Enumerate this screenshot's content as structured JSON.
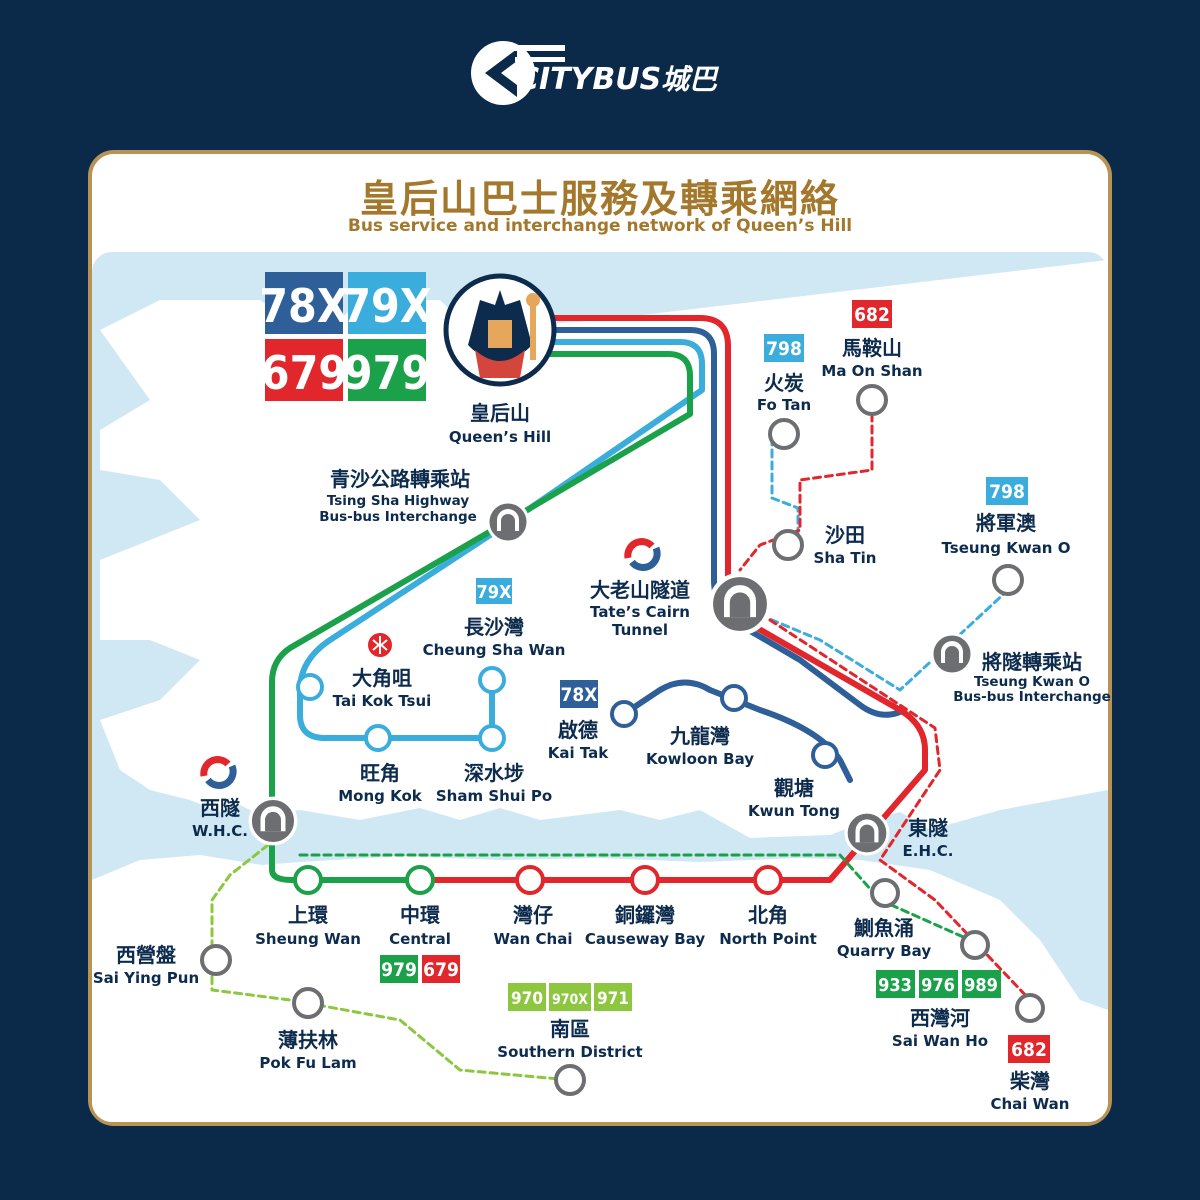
{
  "brand": {
    "name": "CITYBUS",
    "name_zh": "城巴"
  },
  "header": {
    "title_zh": "皇后山巴士服務及轉乘網絡",
    "title_en": "Bus service and interchange network of Queen’s Hill"
  },
  "colors": {
    "route_78X": "#2e5f98",
    "route_79X": "#3aaddc",
    "route_679": "#e1262c",
    "route_979": "#1ba14a",
    "route_970": "#8dc63f",
    "navy": "#0b2a4a",
    "gold": "#b89356"
  },
  "routes_legend": [
    "78X",
    "79X",
    "679",
    "979"
  ],
  "stations": {
    "queens_hill": {
      "zh": "皇后山",
      "en": "Queen’s Hill"
    },
    "tsing_sha": {
      "zh": "青沙公路轉乘站",
      "en1": "Tsing Sha Highway",
      "en2": "Bus-bus Interchange"
    },
    "cheung_sha_wan": {
      "zh": "長沙灣",
      "en": "Cheung Sha Wan",
      "badge": "79X"
    },
    "tai_kok_tsui": {
      "zh": "大角咀",
      "en": "Tai Kok Tsui"
    },
    "mong_kok": {
      "zh": "旺角",
      "en": "Mong Kok"
    },
    "sham_shui_po": {
      "zh": "深水埗",
      "en": "Sham Shui Po"
    },
    "tates_cairn": {
      "zh": "大老山隧道",
      "en1": "Tate’s Cairn",
      "en2": "Tunnel"
    },
    "fo_tan": {
      "zh": "火炭",
      "en": "Fo Tan",
      "badge": "798"
    },
    "ma_on_shan": {
      "zh": "馬鞍山",
      "en": "Ma On Shan",
      "badge": "682"
    },
    "sha_tin": {
      "zh": "沙田",
      "en": "Sha Tin"
    },
    "tseung_kwan_o": {
      "zh": "將軍澳",
      "en": "Tseung Kwan O",
      "badge": "798"
    },
    "tko_interchange": {
      "zh": "將隧轉乘站",
      "en1": "Tseung Kwan O",
      "en2": "Bus-bus Interchange"
    },
    "kai_tak": {
      "zh": "啟德",
      "en": "Kai Tak",
      "badge": "78X"
    },
    "kowloon_bay": {
      "zh": "九龍灣",
      "en": "Kowloon Bay"
    },
    "kwun_tong": {
      "zh": "觀塘",
      "en": "Kwun Tong"
    },
    "whc": {
      "zh": "西隧",
      "en": "W.H.C."
    },
    "ehc": {
      "zh": "東隧",
      "en": "E.H.C."
    },
    "sheung_wan": {
      "zh": "上環",
      "en": "Sheung Wan"
    },
    "central": {
      "zh": "中環",
      "en": "Central",
      "badges": [
        "979",
        "679"
      ]
    },
    "wan_chai": {
      "zh": "灣仔",
      "en": "Wan Chai"
    },
    "causeway_bay": {
      "zh": "銅鑼灣",
      "en": "Causeway Bay"
    },
    "north_point": {
      "zh": "北角",
      "en": "North Point"
    },
    "quarry_bay": {
      "zh": "鰂魚涌",
      "en": "Quarry Bay"
    },
    "sai_wan_ho": {
      "zh": "西灣河",
      "en": "Sai Wan Ho",
      "badges": [
        "933",
        "976",
        "989"
      ]
    },
    "chai_wan": {
      "zh": "柴灣",
      "en": "Chai Wan",
      "badge": "682"
    },
    "sai_ying_pun": {
      "zh": "西營盤",
      "en": "Sai Ying Pun"
    },
    "pok_fu_lam": {
      "zh": "薄扶林",
      "en": "Pok Fu Lam"
    },
    "southern": {
      "zh": "南區",
      "en": "Southern District",
      "badges": [
        "970",
        "970X",
        "971"
      ]
    }
  }
}
